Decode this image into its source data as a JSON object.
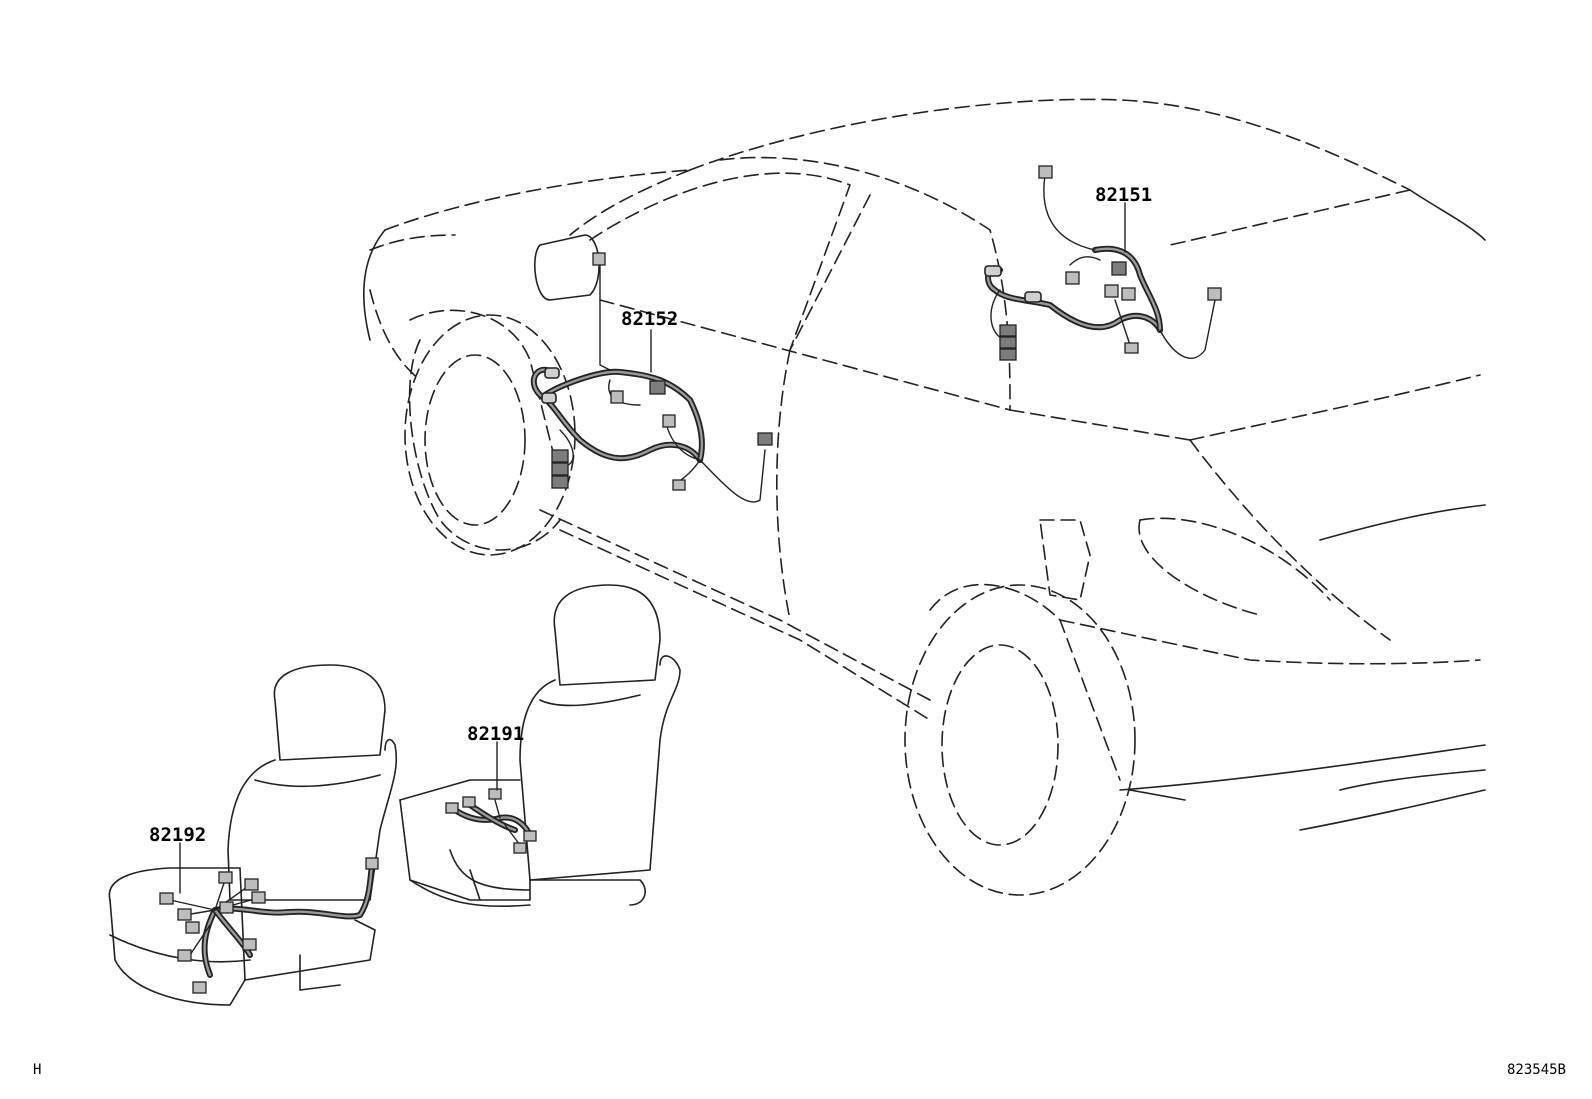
{
  "callouts": {
    "p82151": "82151",
    "p82152": "82152",
    "p82191": "82191",
    "p82192": "82192"
  },
  "footer": {
    "left_code": "H",
    "diagram_id": "823545B"
  }
}
